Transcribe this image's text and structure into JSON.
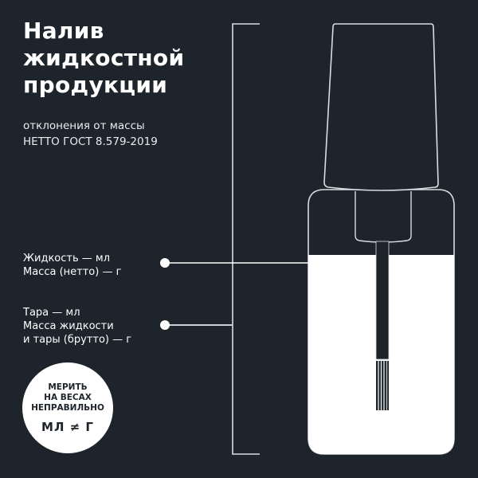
{
  "title": {
    "lines": [
      "Налив",
      "жидкостной",
      "продукции"
    ]
  },
  "subtitle": {
    "lines": [
      "отклонения от массы",
      "НЕТТО ГОСТ 8.579-2019"
    ]
  },
  "callouts": [
    {
      "lines": [
        "Жидкость  — мл",
        "Масса (нетто)  — г"
      ],
      "target": "liquid"
    },
    {
      "lines": [
        "Тара  — мл",
        "Масса жидкости",
        "и тары (брутто)  — г"
      ],
      "target": "whole-bottle"
    }
  ],
  "badge": {
    "lines": [
      "МЕРИТЬ",
      "НА ВЕСАХ",
      "НЕПРАВИЛЬНО"
    ],
    "formula": "МЛ ≠ Г"
  },
  "colors": {
    "background": "#1e242b",
    "foreground": "#ffffff",
    "outline": "#d9dde1"
  },
  "illustration": {
    "type": "nail-polish-bottle",
    "icons": [
      "bottle-cap",
      "bottle-body",
      "liquid",
      "brush",
      "bracket",
      "connector-dot"
    ]
  }
}
